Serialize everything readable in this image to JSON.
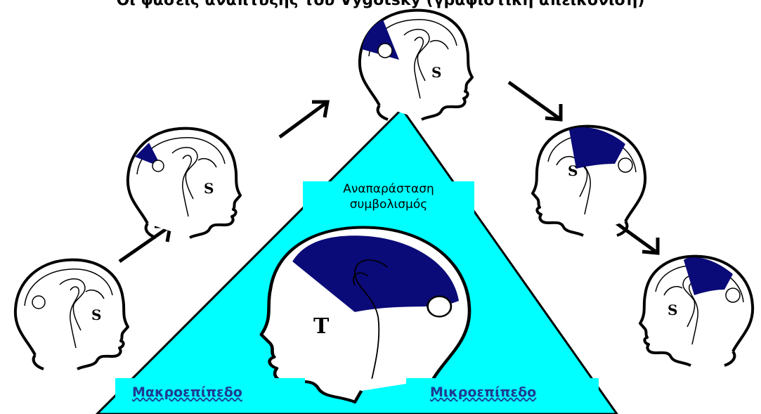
{
  "title": "Οι φάσεις ανάπτυξης του Vygotsky (γραφιστική απεικόνιση)",
  "center_label": {
    "line1": "Αναπαράσταση",
    "line2": "συμβολισμός"
  },
  "corner_labels": {
    "left": "Μακροεπίπεδο",
    "right": "Μικροεπίπεδο"
  },
  "head_letters": {
    "student": "S",
    "teacher": "T"
  },
  "colors": {
    "triangle": "#00ffff",
    "brain_region": "#0a0a78",
    "label_text": "#1f3a93"
  }
}
